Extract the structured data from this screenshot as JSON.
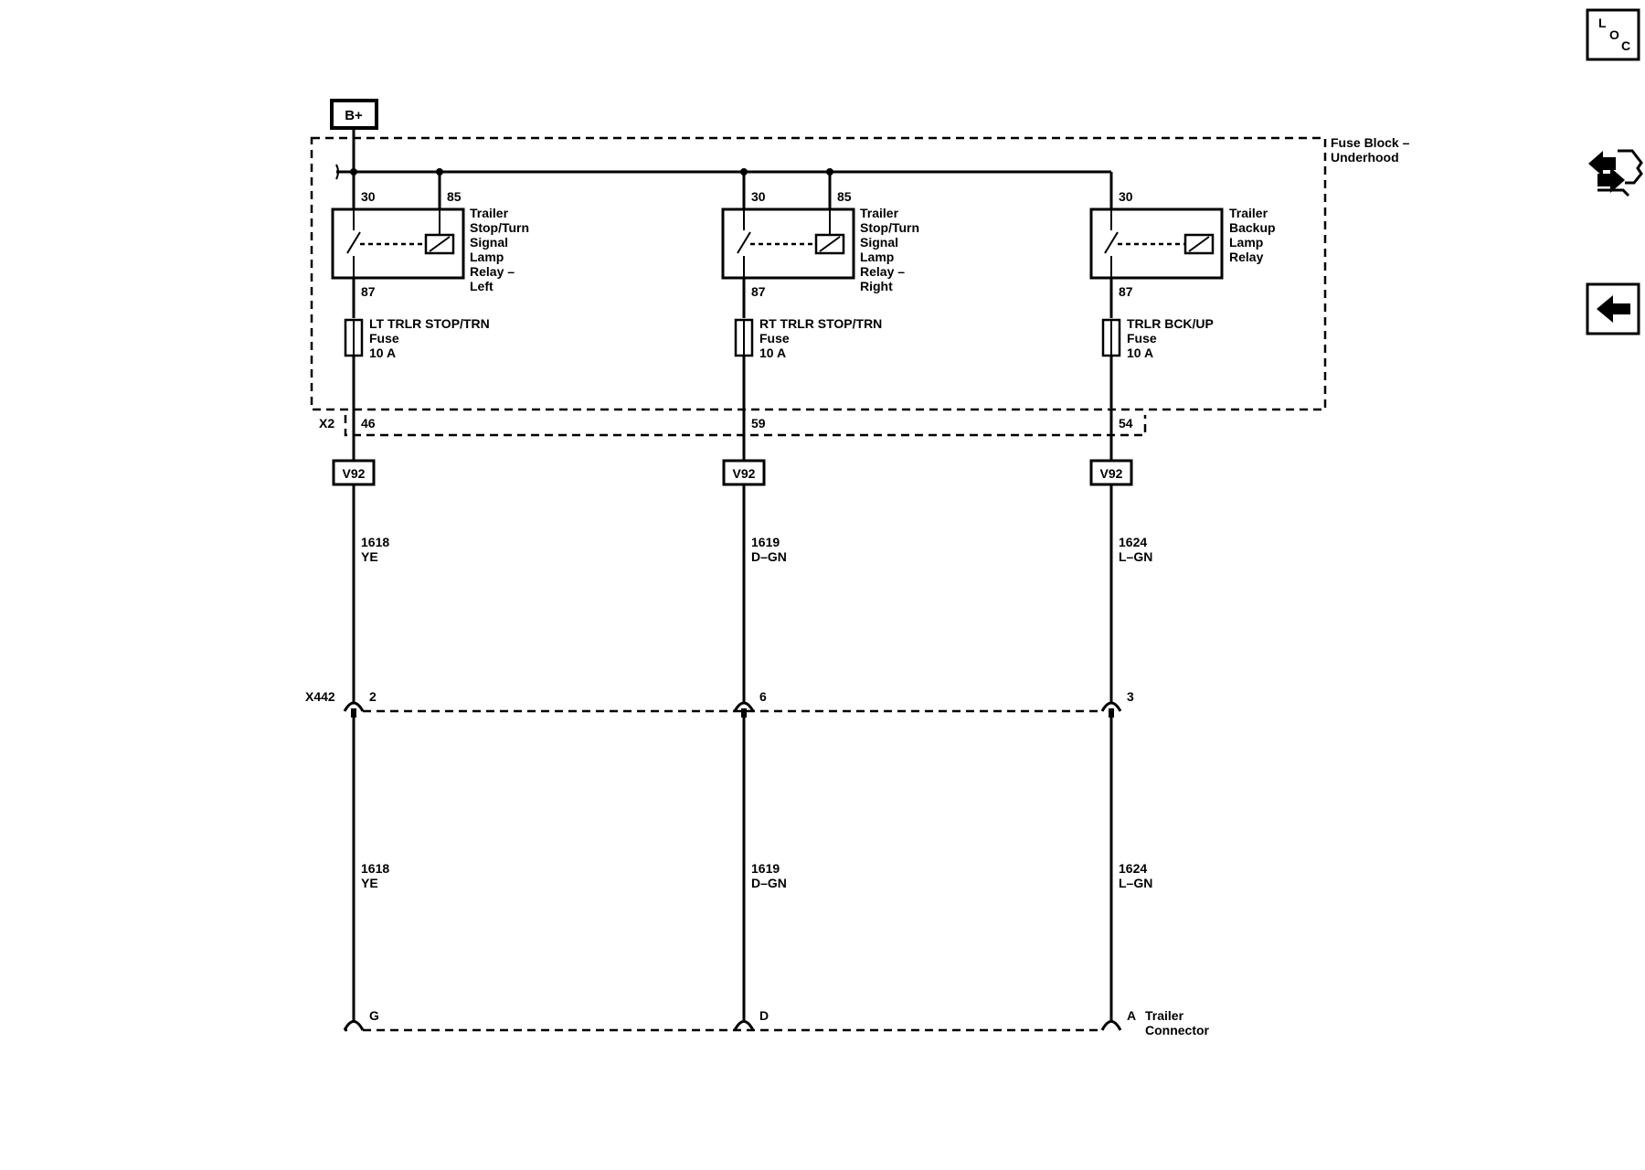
{
  "power": {
    "label": "B+"
  },
  "fuse_block": {
    "label_line1": "Fuse Block –",
    "label_line2": "Underhood"
  },
  "connector_x2": {
    "label": "X2"
  },
  "connector_x442": {
    "label": "X442"
  },
  "trailer_connector": {
    "label_line1": "Trailer",
    "label_line2": "Connector"
  },
  "circuits": [
    {
      "relay": {
        "pin_in": "30",
        "pin_coil": "85",
        "pin_out": "87",
        "name_lines": [
          "Trailer",
          "Stop/Turn",
          "Signal",
          "Lamp",
          "Relay –",
          "Left"
        ]
      },
      "fuse": {
        "name": "LT TRLR STOP/TRN",
        "word": "Fuse",
        "rating": "10 A"
      },
      "x2_pin": "46",
      "splice": "V92",
      "wire_upper": {
        "circuit": "1618",
        "color": "YE"
      },
      "x442_pin": "2",
      "wire_lower": {
        "circuit": "1618",
        "color": "YE"
      },
      "trailer_pin": "G"
    },
    {
      "relay": {
        "pin_in": "30",
        "pin_coil": "85",
        "pin_out": "87",
        "name_lines": [
          "Trailer",
          "Stop/Turn",
          "Signal",
          "Lamp",
          "Relay –",
          "Right"
        ]
      },
      "fuse": {
        "name": "RT TRLR STOP/TRN",
        "word": "Fuse",
        "rating": "10 A"
      },
      "x2_pin": "59",
      "splice": "V92",
      "wire_upper": {
        "circuit": "1619",
        "color": "D–GN"
      },
      "x442_pin": "6",
      "wire_lower": {
        "circuit": "1619",
        "color": "D–GN"
      },
      "trailer_pin": "D"
    },
    {
      "relay": {
        "pin_in": "30",
        "pin_out": "87",
        "name_lines": [
          "Trailer",
          "Backup",
          "Lamp",
          "Relay"
        ]
      },
      "fuse": {
        "name": "TRLR BCK/UP",
        "word": "Fuse",
        "rating": "10 A"
      },
      "x2_pin": "54",
      "splice": "V92",
      "wire_upper": {
        "circuit": "1624",
        "color": "L–GN"
      },
      "x442_pin": "3",
      "wire_lower": {
        "circuit": "1624",
        "color": "L–GN"
      },
      "trailer_pin": "A"
    }
  ],
  "side_buttons": {
    "loc": {
      "letters": [
        "L",
        "O",
        "C"
      ],
      "icon": "location-icon"
    },
    "connector": {
      "icon": "connector-arrows-icon"
    },
    "back": {
      "icon": "back-arrow-icon"
    }
  }
}
